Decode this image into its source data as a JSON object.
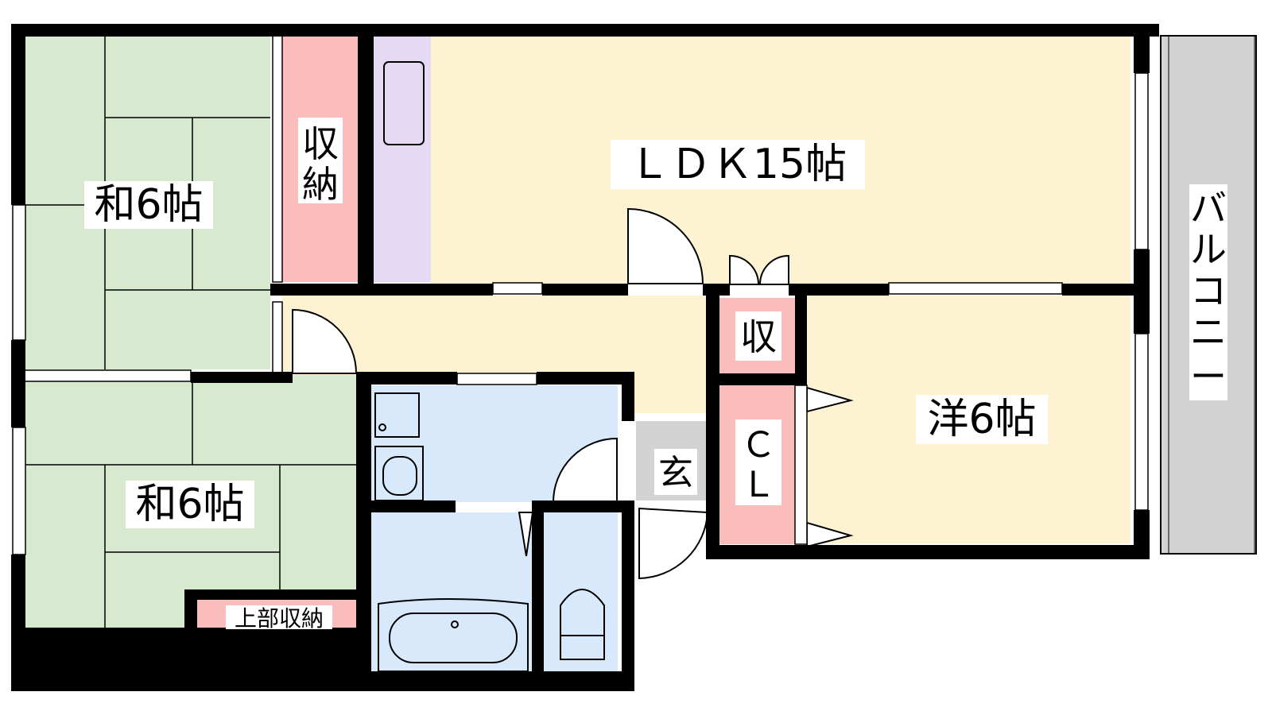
{
  "rooms": {
    "washitsu_top": "和6帖",
    "washitsu_bottom": "和6帖",
    "storage_left": [
      "収",
      "納"
    ],
    "ldk": "ＬＤＫ15帖",
    "storage_small": "収",
    "youshitsu": "洋6帖",
    "closet": [
      "Ｃ",
      "Ｌ"
    ],
    "entrance": "玄",
    "upper_storage": "上部収納",
    "balcony": [
      "バ",
      "ル",
      "コ",
      "ニ",
      "ー"
    ]
  },
  "colors": {
    "tatami": "#d7ead0",
    "flooring": "#fdf2d2",
    "storage": "#fbbcbc",
    "kitchen": "#e6d9f3",
    "wet_area": "#d8e9fc",
    "entrance": "#d3d3d3",
    "balcony": "#d3d3d3",
    "wall": "#000000"
  }
}
